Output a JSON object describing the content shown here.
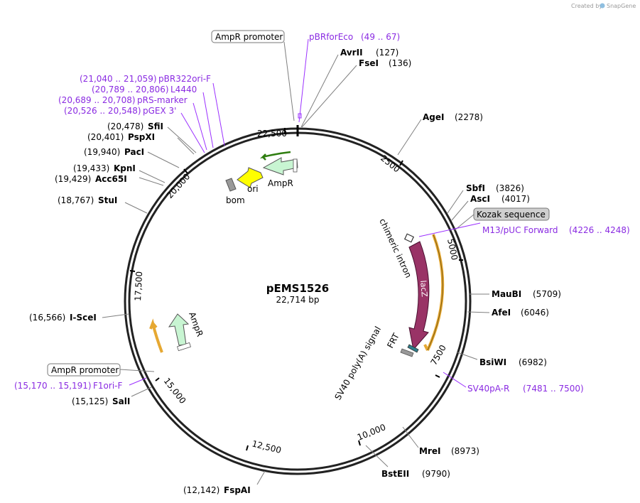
{
  "brand": {
    "created_by": "Created by",
    "app": "SnapGene"
  },
  "plasmid": {
    "name": "pEMS1526",
    "size": "22,714 bp"
  },
  "ticks": [
    "22,500",
    "2500",
    "5000",
    "7500",
    "10,000",
    "12,500",
    "15,000",
    "17,500",
    "20,000"
  ],
  "enzymes": [
    {
      "name": "AvrII",
      "pos": "(127)"
    },
    {
      "name": "FseI",
      "pos": "(136)"
    },
    {
      "name": "AgeI",
      "pos": "(2278)"
    },
    {
      "name": "SbfI",
      "pos": "(3826)"
    },
    {
      "name": "AscI",
      "pos": "(4017)"
    },
    {
      "name": "MauBI",
      "pos": "(5709)"
    },
    {
      "name": "AfeI",
      "pos": "(6046)"
    },
    {
      "name": "BsiWI",
      "pos": "(6982)"
    },
    {
      "name": "MreI",
      "pos": "(8973)"
    },
    {
      "name": "BstEII",
      "pos": "(9790)"
    },
    {
      "name": "FspAI",
      "pos": "(12,142)"
    },
    {
      "name": "SalI",
      "pos": "(15,125)"
    },
    {
      "name": "I-SceI",
      "pos": "(16,566)"
    },
    {
      "name": "StuI",
      "pos": "(18,767)"
    },
    {
      "name": "Acc65I",
      "pos": "(19,429)"
    },
    {
      "name": "KpnI",
      "pos": "(19,433)"
    },
    {
      "name": "PacI",
      "pos": "(19,940)"
    },
    {
      "name": "PspXI",
      "pos": "(20,401)"
    },
    {
      "name": "SfiI",
      "pos": "(20,478)"
    }
  ],
  "primers": [
    {
      "name": "pBRforEco",
      "range": "(49 .. 67)"
    },
    {
      "name": "M13/pUC Forward",
      "range": "(4226 .. 4248)"
    },
    {
      "name": "SV40pA-R",
      "range": "(7481 .. 7500)"
    },
    {
      "name": "F1ori-F",
      "range": "(15,170 .. 15,191)"
    },
    {
      "name": "pGEX 3'",
      "range": "(20,526 .. 20,548)"
    },
    {
      "name": "pRS-marker",
      "range": "(20,689 .. 20,708)"
    },
    {
      "name": "L4440",
      "range": "(20,789 .. 20,806)"
    },
    {
      "name": "pBR322ori-F",
      "range": "(21,040 .. 21,059)"
    }
  ],
  "boxed_features": {
    "ampr_promoter_top": "AmpR promoter",
    "ampr_promoter_left": "AmpR promoter",
    "kozak": "Kozak sequence"
  },
  "features": {
    "ampr_top": "AmpR",
    "ori": "ori",
    "bom": "bom",
    "ampr_left": "AmpR",
    "chimeric_intron": "chimeric intron",
    "lacz": "lacZ",
    "frt": "FRT",
    "sv40_polya": "SV40 poly(A) signal"
  },
  "colors": {
    "ampr": "#c8f5d2",
    "ori": "#ffff00",
    "lacz": "#993366",
    "orf": "#e6a832",
    "primer": "#9b30ff",
    "misc": "#888888"
  }
}
